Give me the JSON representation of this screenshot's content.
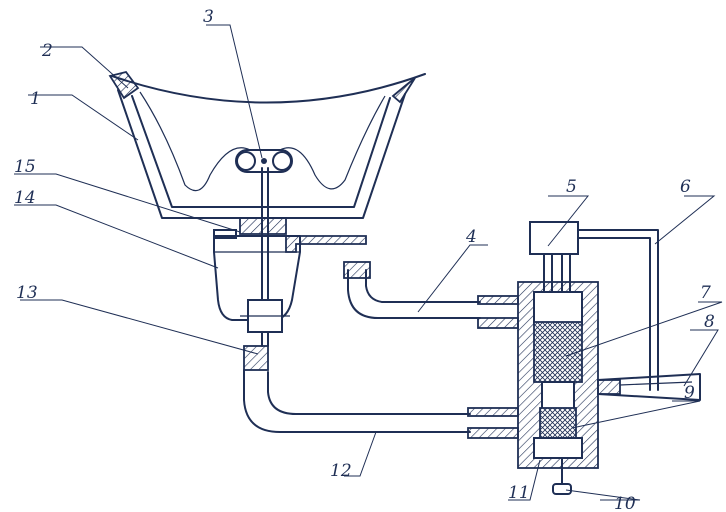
{
  "diagram": {
    "labels": [
      {
        "id": "1",
        "text": "1"
      },
      {
        "id": "2",
        "text": "2"
      },
      {
        "id": "3",
        "text": "3"
      },
      {
        "id": "4",
        "text": "4"
      },
      {
        "id": "5",
        "text": "5"
      },
      {
        "id": "6",
        "text": "6"
      },
      {
        "id": "7",
        "text": "7"
      },
      {
        "id": "8",
        "text": "8"
      },
      {
        "id": "9",
        "text": "9"
      },
      {
        "id": "10",
        "text": "10"
      },
      {
        "id": "11",
        "text": "11"
      },
      {
        "id": "12",
        "text": "12"
      },
      {
        "id": "13",
        "text": "13"
      },
      {
        "id": "14",
        "text": "14"
      },
      {
        "id": "15",
        "text": "15"
      }
    ],
    "line_color": "#1f2f55"
  }
}
